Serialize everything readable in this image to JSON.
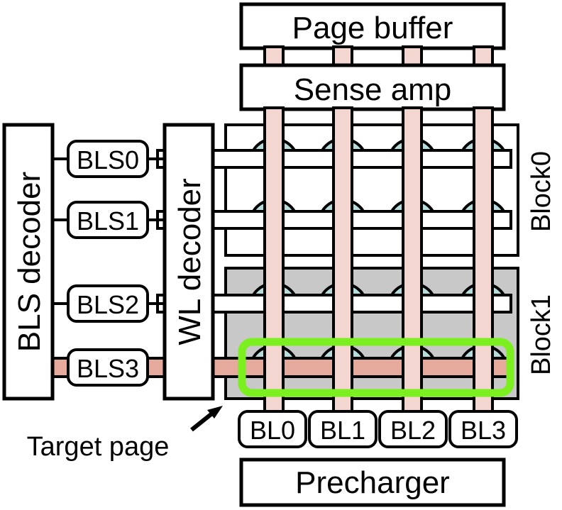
{
  "top": {
    "page_buffer": "Page buffer",
    "sense_amp": "Sense amp"
  },
  "bottom": {
    "precharger": "Precharger"
  },
  "left": {
    "bls_decoder": "BLS decoder",
    "wl_decoder": "WL decoder"
  },
  "bls_labels": [
    "BLS0",
    "BLS1",
    "BLS2",
    "BLS3"
  ],
  "bl_labels": [
    "BL0",
    "BL1",
    "BL2",
    "BL3"
  ],
  "blocks": [
    "Block0",
    "Block1"
  ],
  "annotation": {
    "target_page": "Target page"
  },
  "colors": {
    "bitline": "#f2d6cf",
    "selected_line": "#e5aa9c",
    "cell": "#b7dcdb",
    "block1_bg": "#c8c8c8",
    "highlight": "#7bef1f",
    "stroke": "#000000",
    "box_fill": "#ffffff"
  }
}
